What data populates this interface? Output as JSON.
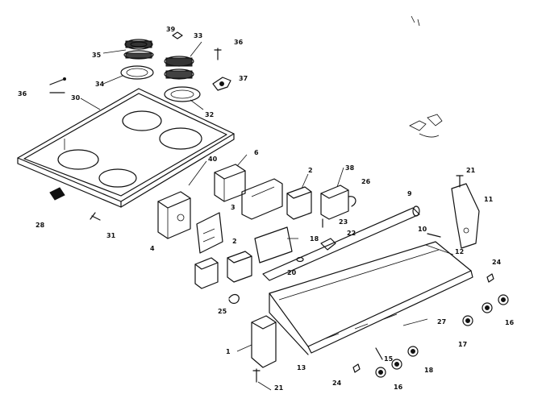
{
  "labels": {
    "l1": "1",
    "l2a": "2",
    "l2b": "2",
    "l3": "3",
    "l4": "4",
    "l6": "6",
    "l9": "9",
    "l10": "10",
    "l11": "11",
    "l12": "12",
    "l13": "13",
    "l15": "15",
    "l16a": "16",
    "l16b": "16",
    "l17": "17",
    "l18a": "18",
    "l18b": "18",
    "l20": "20",
    "l21a": "21",
    "l21b": "21",
    "l22": "22",
    "l23": "23",
    "l24a": "24",
    "l24b": "24",
    "l25": "25",
    "l26": "26",
    "l27": "27",
    "l28": "28",
    "l30": "30",
    "l31": "31",
    "l32": "32",
    "l33": "33",
    "l34": "34",
    "l35": "35",
    "l36a": "36",
    "l36b": "36",
    "l37": "37",
    "l38": "38",
    "l39": "39",
    "l40": "40"
  }
}
